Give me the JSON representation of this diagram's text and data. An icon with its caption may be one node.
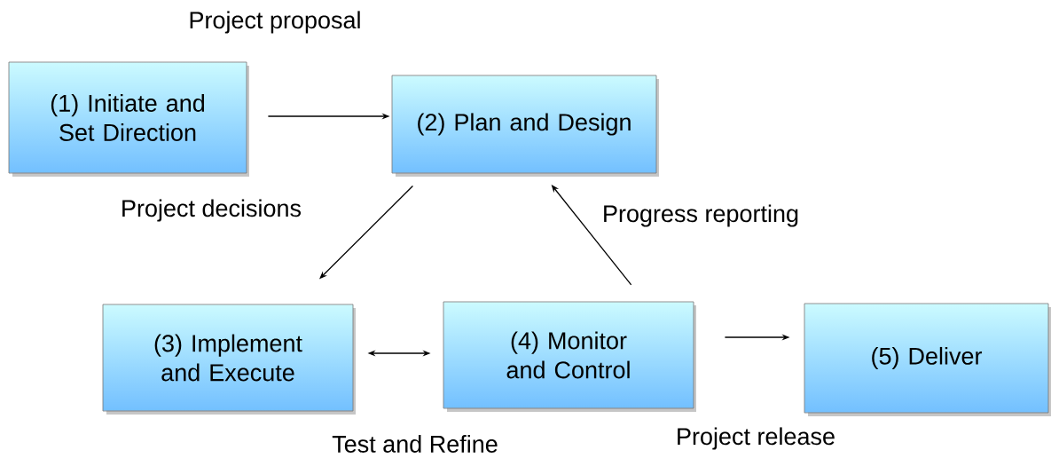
{
  "diagram": {
    "nodes": [
      {
        "text": [
          "(1) Initiate and Set Direction"
        ]
      },
      {
        "text": [
          "(2) Plan and Design"
        ]
      },
      {
        "text": [
          "(3) Implement and Execute"
        ]
      },
      {
        "text": [
          "(4) Monitor and Control"
        ]
      },
      {
        "text": [
          "(5) Deliver"
        ]
      }
    ],
    "edges": [
      {
        "from": 0,
        "to": 1,
        "arrow": "to",
        "label": "Project proposal"
      },
      {
        "from": 1,
        "to": 2,
        "arrow": "to",
        "label": "Project decisions"
      },
      {
        "from": 3,
        "to": 1,
        "arrow": "to",
        "label": "Progress reporting"
      },
      {
        "from": 2,
        "to": 3,
        "arrow": "both",
        "label": "Test and Refine"
      },
      {
        "from": 3,
        "to": 4,
        "arrow": "to",
        "label": "Project release"
      }
    ]
  }
}
